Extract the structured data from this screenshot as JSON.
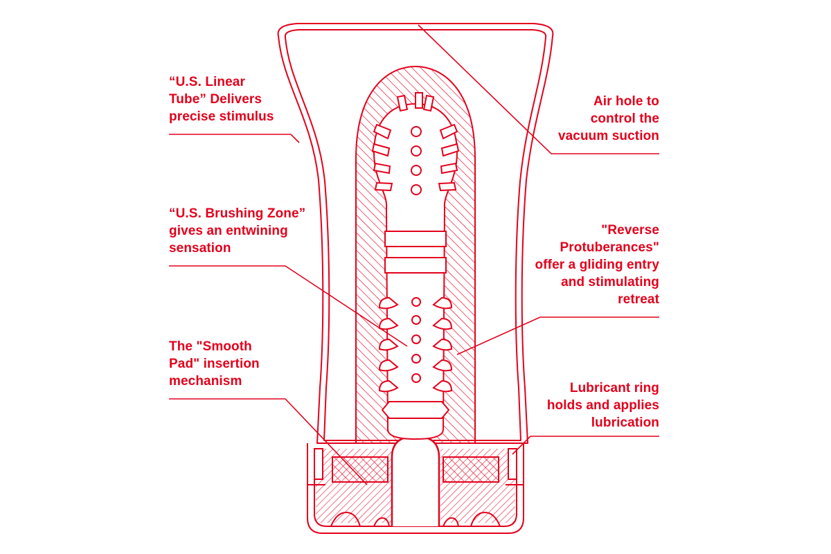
{
  "accent_color": "#e3001b",
  "labels": {
    "linear_tube": [
      "“U.S. Linear",
      "Tube” Delivers",
      "precise stimulus"
    ],
    "brushing_zone": [
      "“U.S. Brushing Zone”",
      "gives an entwining",
      "sensation"
    ],
    "smooth_pad": [
      "The \"Smooth",
      "Pad\" insertion",
      "mechanism"
    ],
    "air_hole": [
      "Air hole to",
      "control the",
      "vacuum suction"
    ],
    "reverse_protuberances": [
      "\"Reverse",
      "Protuberances\"",
      "offer a gliding entry",
      "and stimulating",
      "retreat"
    ],
    "lubricant_ring": [
      "Lubricant ring",
      "holds and applies",
      "lubrication"
    ]
  }
}
